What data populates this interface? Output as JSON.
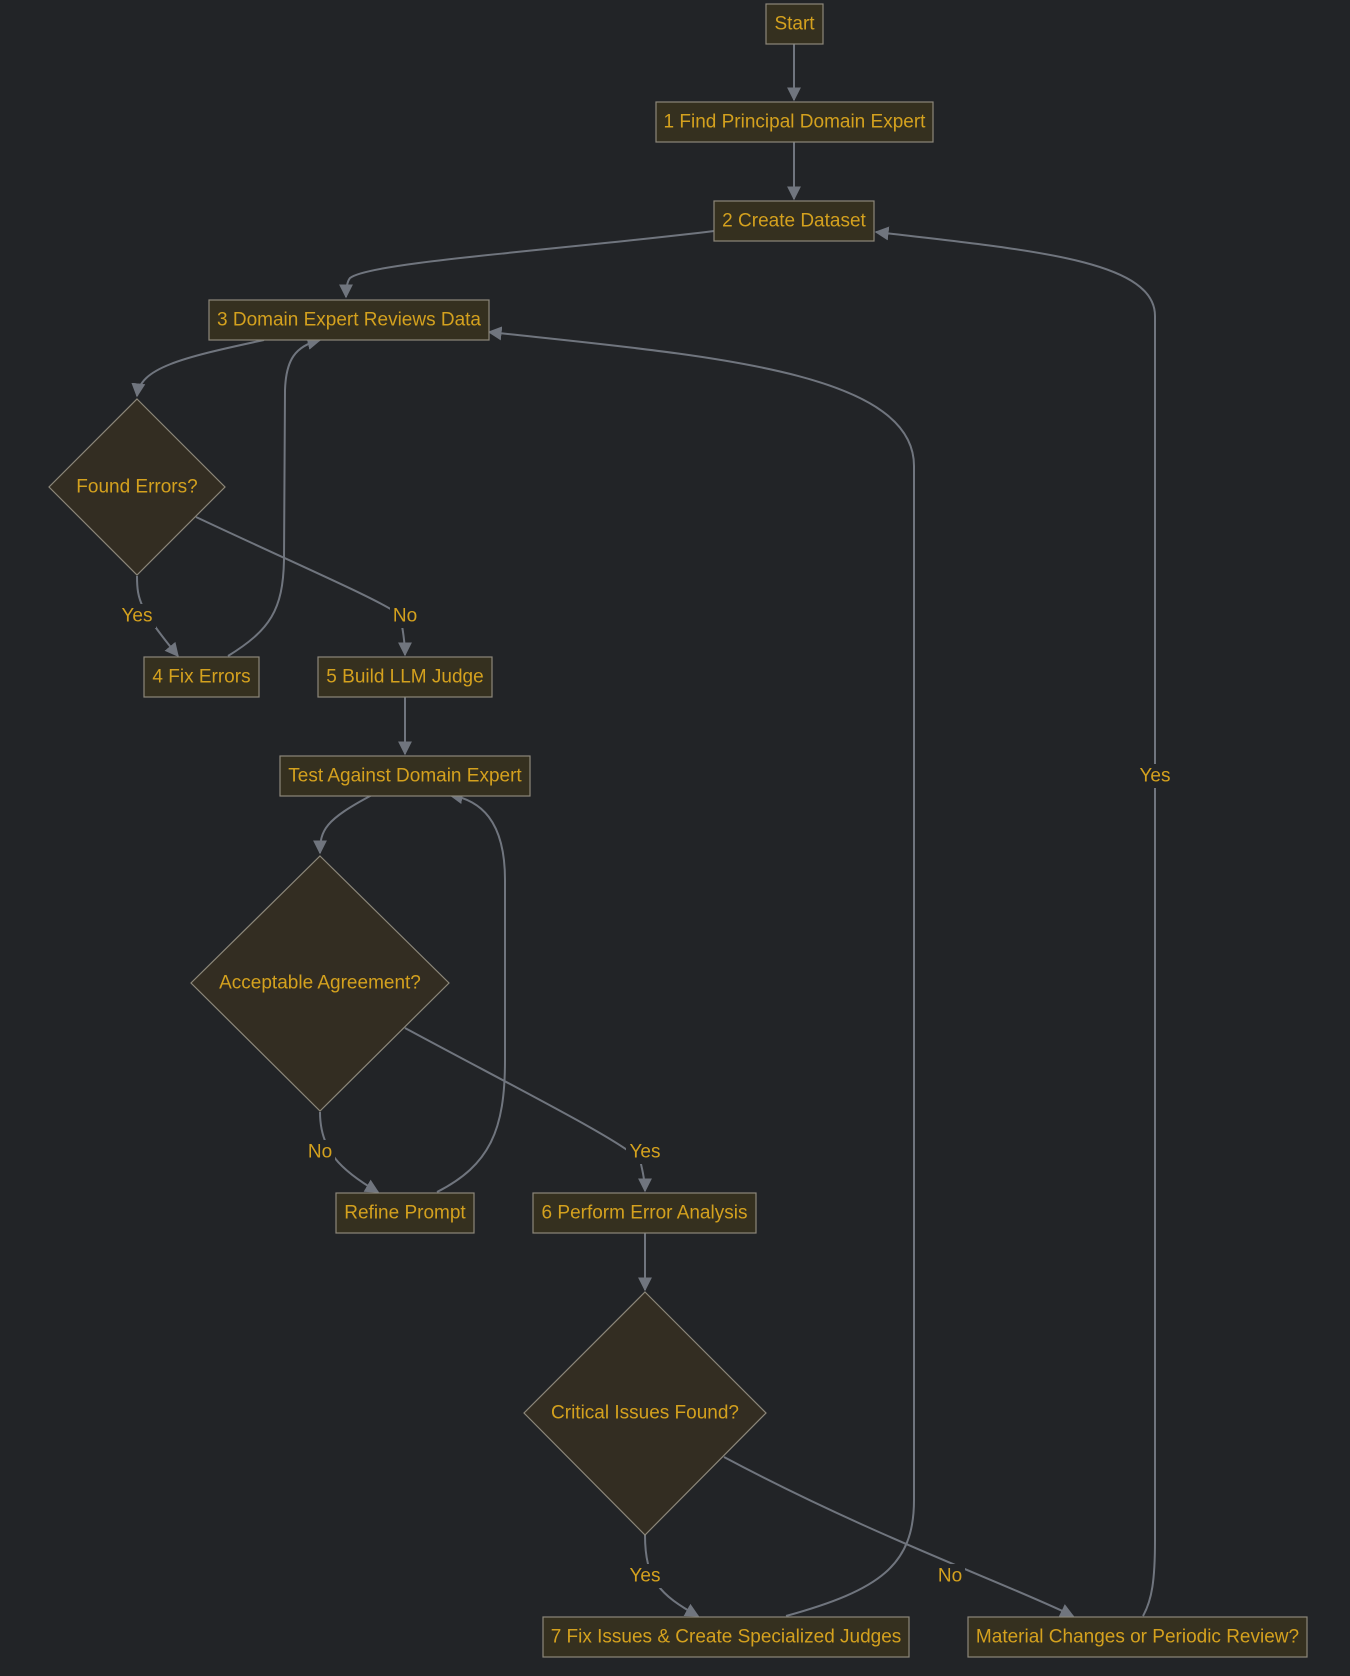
{
  "colors": {
    "background": "#222427",
    "node_fill": "#35301f",
    "node_border": "#8c877a",
    "text": "#d4a11e",
    "edge": "#70757e"
  },
  "nodes": {
    "start": "Start",
    "find_expert": "1 Find Principal Domain Expert",
    "create_dataset": "2 Create Dataset",
    "expert_reviews": "3 Domain Expert Reviews Data",
    "found_errors": "Found Errors?",
    "fix_errors": "4 Fix Errors",
    "build_judge": "5 Build LLM Judge",
    "test_expert": "Test Against Domain Expert",
    "acceptable": "Acceptable Agreement?",
    "refine_prompt": "Refine Prompt",
    "error_analysis": "6 Perform Error Analysis",
    "critical_issues": "Critical Issues Found?",
    "fix_issues": "7 Fix Issues & Create Specialized Judges",
    "material_changes": "Material Changes or Periodic Review?"
  },
  "edge_labels": {
    "found_yes": "Yes",
    "found_no": "No",
    "acceptable_no": "No",
    "acceptable_yes": "Yes",
    "critical_yes": "Yes",
    "critical_no": "No",
    "material_yes": "Yes"
  }
}
